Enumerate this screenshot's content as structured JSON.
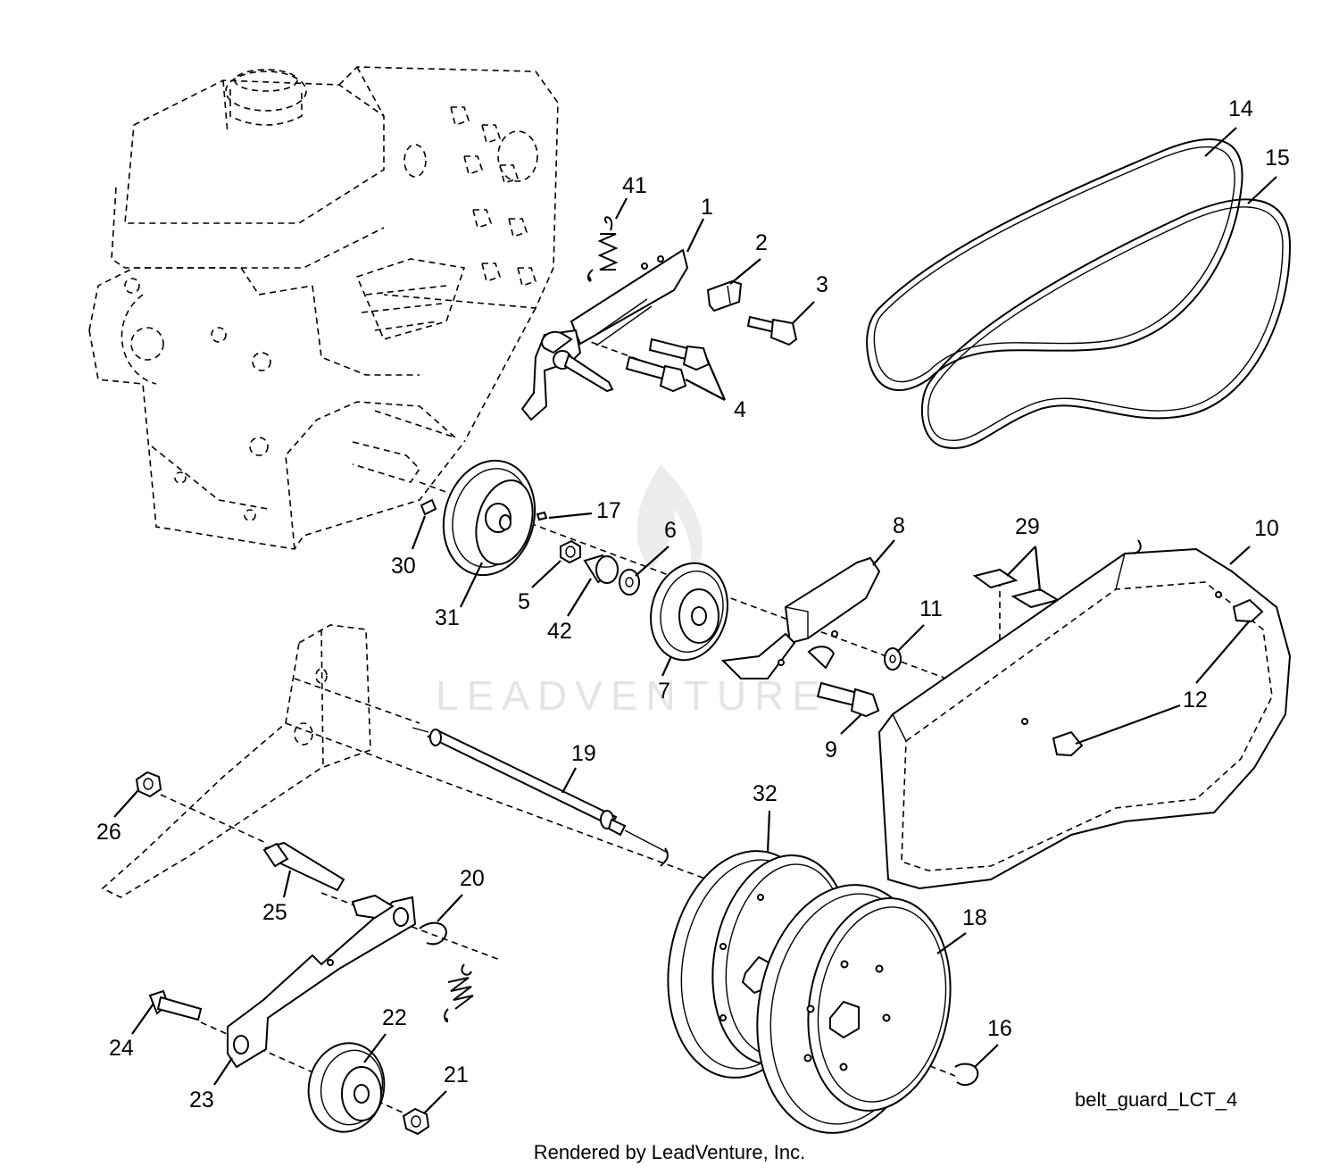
{
  "diagram": {
    "ref_code": "belt_guard_LCT_4",
    "footer": "Rendered by LeadVenture, Inc.",
    "watermark": "LEADVENTURE",
    "callouts": [
      "14",
      "15",
      "41",
      "1",
      "2",
      "3",
      "4",
      "17",
      "6",
      "8",
      "29",
      "10",
      "30",
      "5",
      "31",
      "42",
      "11",
      "7",
      "12",
      "9",
      "19",
      "32",
      "26",
      "20",
      "18",
      "25",
      "22",
      "16",
      "24",
      "21",
      "23"
    ]
  }
}
